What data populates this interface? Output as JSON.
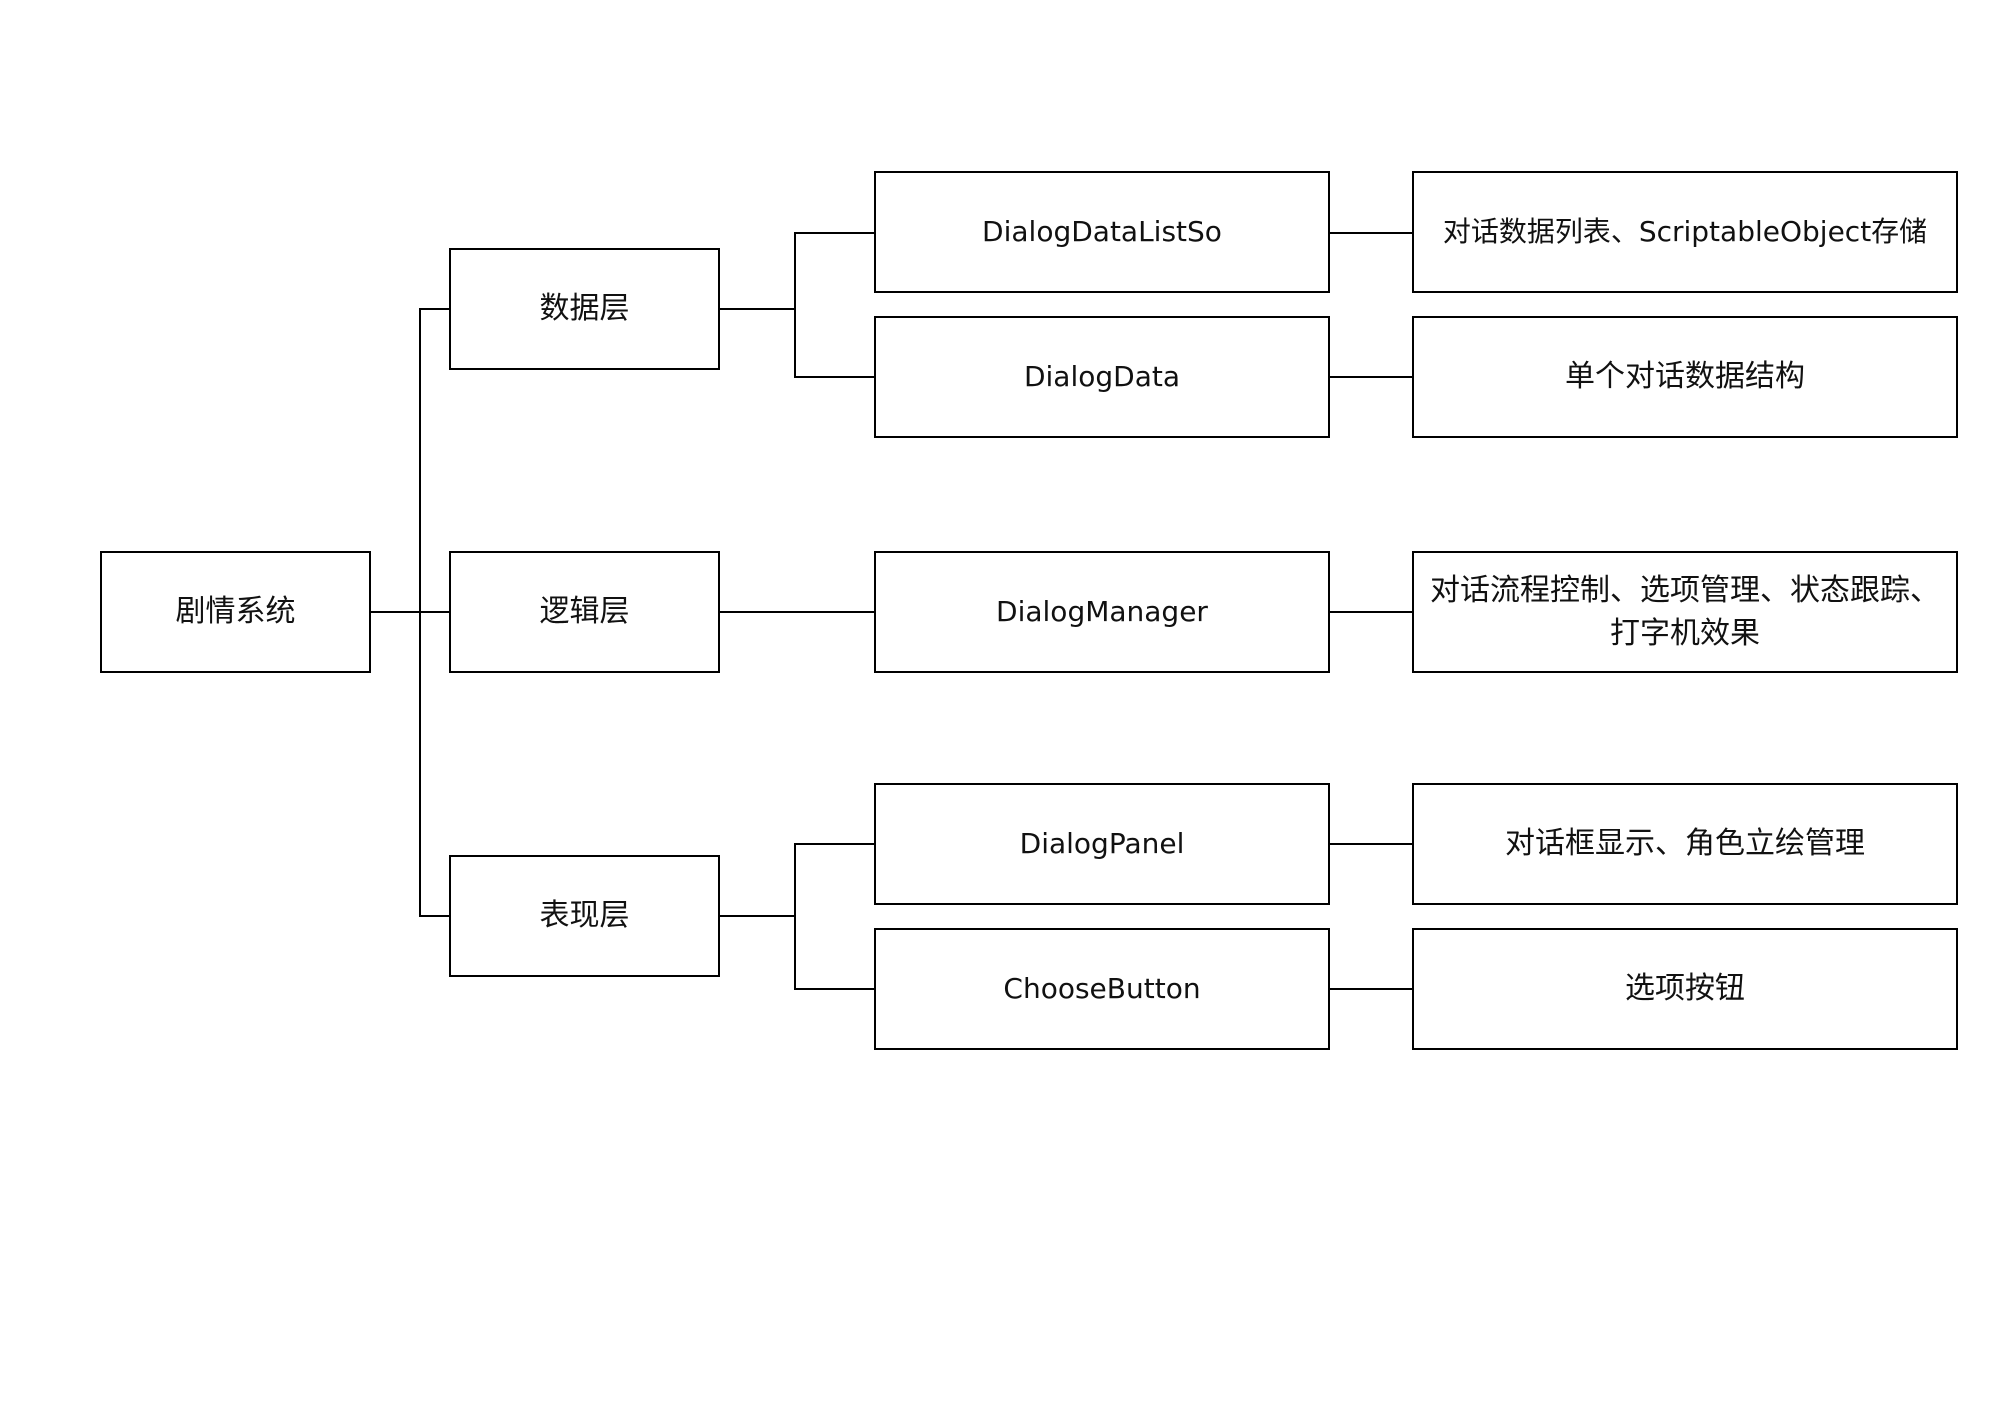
{
  "diagram": {
    "root": "剧情系统",
    "layers": {
      "data": "数据层",
      "logic": "逻辑层",
      "presentation": "表现层"
    },
    "components": {
      "dialog_data_list_so": "DialogDataListSo",
      "dialog_data": "DialogData",
      "dialog_manager": "DialogManager",
      "dialog_panel": "DialogPanel",
      "choose_button": "ChooseButton"
    },
    "descriptions": {
      "dialog_data_list_so": "对话数据列表、ScriptableObject存储",
      "dialog_data": "单个对话数据结构",
      "dialog_manager": "对话流程控制、选项管理、状态跟踪、打字机效果",
      "dialog_panel": "对话框显示、角色立绘管理",
      "choose_button": "选项按钮"
    },
    "colors": {
      "stroke": "#000000",
      "fill": "#ffffff",
      "text": "#111111"
    }
  }
}
